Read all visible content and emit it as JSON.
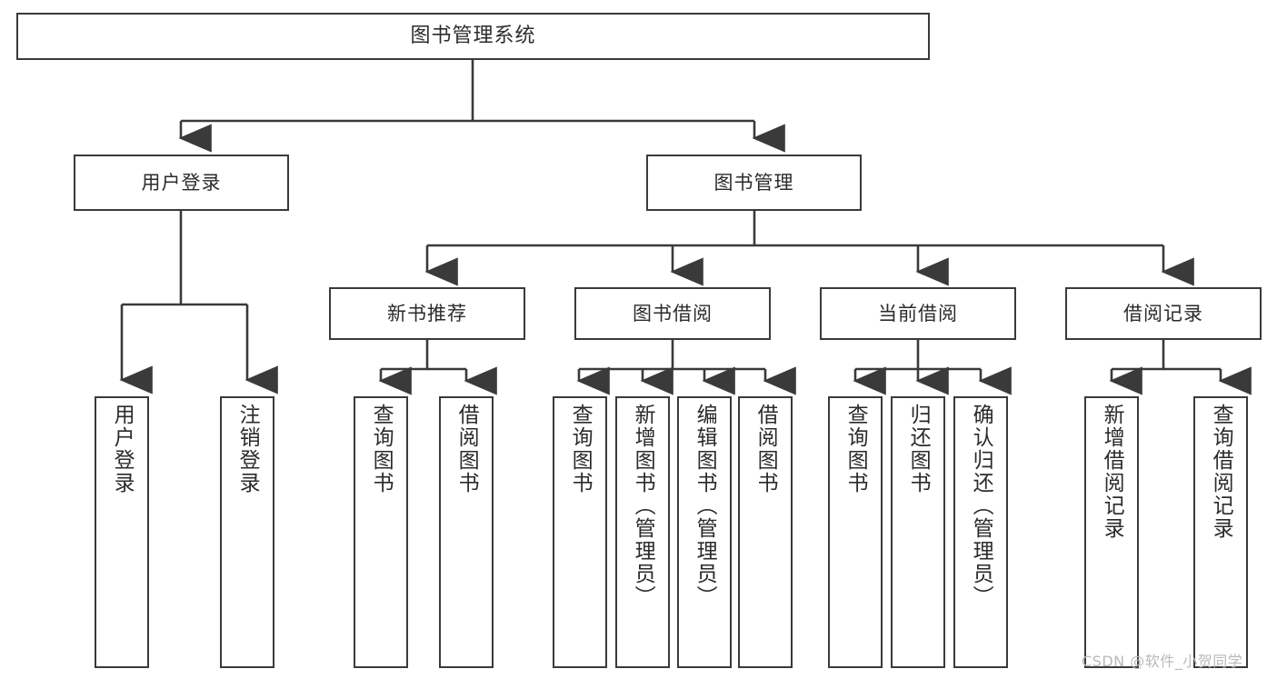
{
  "diagram": {
    "title": "图书管理系统",
    "type": "tree-structure-chart",
    "colors": {
      "stroke": "#3a3a3a",
      "fill": "#ffffff",
      "text": "#2b2b2b",
      "watermark": "#b9b9b9"
    }
  },
  "root": {
    "label": "图书管理系统"
  },
  "level2": [
    {
      "label": "用户登录"
    },
    {
      "label": "图书管理"
    }
  ],
  "level3": [
    {
      "label": "新书推荐"
    },
    {
      "label": "图书借阅"
    },
    {
      "label": "当前借阅"
    },
    {
      "label": "借阅记录"
    }
  ],
  "leaves": {
    "user_login": [
      {
        "label": "用户登录"
      },
      {
        "label": "注销登录"
      }
    ],
    "new_book": [
      {
        "label": "查询图书"
      },
      {
        "label": "借阅图书"
      }
    ],
    "book_borrow": [
      {
        "label": "查询图书"
      },
      {
        "label": "新增图书（管理员）"
      },
      {
        "label": "编辑图书（管理员）"
      },
      {
        "label": "借阅图书"
      }
    ],
    "current_borrow": [
      {
        "label": "查询图书"
      },
      {
        "label": "归还图书"
      },
      {
        "label": "确认归还（管理员）"
      }
    ],
    "borrow_record": [
      {
        "label": "新增借阅记录"
      },
      {
        "label": "查询借阅记录"
      }
    ]
  },
  "watermark": {
    "text": "CSDN @软件_小贺同学"
  }
}
